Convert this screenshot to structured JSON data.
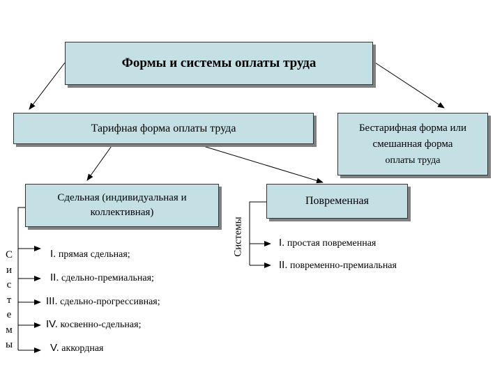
{
  "title": "Формы и системы оплаты труда",
  "tarif": "Тарифная форма оплаты труда",
  "bestarif_lines": [
    "Бестарифная форма или",
    "смешанная форма",
    "оплаты труда"
  ],
  "sdel_lines": [
    "Сдельная (индивидуальная и",
    "коллективная)"
  ],
  "povr": "Повременная",
  "systems_vertical_letters": [
    "С",
    "и",
    "с",
    "т",
    "е",
    "м",
    "ы"
  ],
  "systems_label": "Системы",
  "sdel_systems": [
    {
      "num": "I.",
      "text": "прямая сдельная;"
    },
    {
      "num": "II.",
      "text": "сдельно-премиальная;"
    },
    {
      "num": "III.",
      "text": "сдельно-прогрессивная;"
    },
    {
      "num": "IV.",
      "text": "косвенно-сдельная;"
    },
    {
      "num": "V.",
      "text": "аккордная"
    }
  ],
  "povr_systems": [
    {
      "num": "I.",
      "text": "простая повременная"
    },
    {
      "num": "II.",
      "text": "повременно-премиальная"
    }
  ]
}
